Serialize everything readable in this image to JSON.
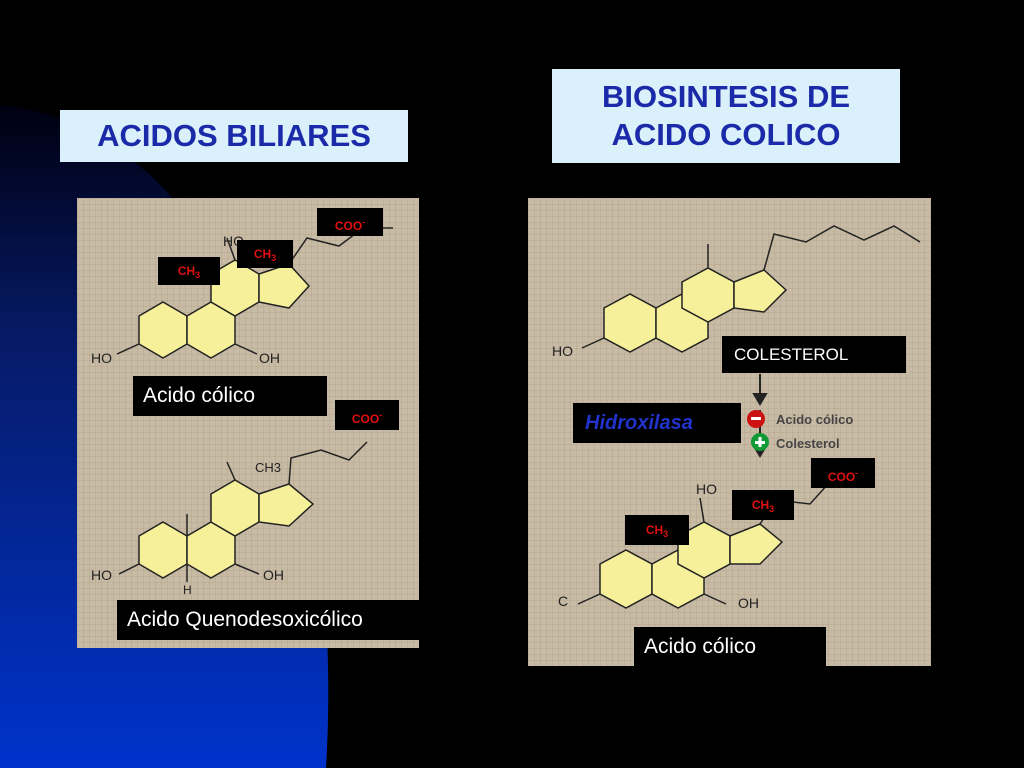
{
  "titles": {
    "left": "ACIDOS BILIARES",
    "right_line1": "BIOSINTESIS DE",
    "right_line2": "ACIDO COLICO"
  },
  "left_panel": {
    "coo_top": "COO",
    "coo_top_sup": "-",
    "ch3_a": "CH",
    "ch3_a_sub": "3",
    "ch3_b": "CH",
    "ch3_b_sub": "3",
    "acido_colico": "Acido cólico",
    "coo_mid": "COO",
    "coo_mid_sup": "-",
    "quenodesoxicolico": "Acido Quenodesoxicólico"
  },
  "right_panel": {
    "colesterol": "COLESTEROL",
    "hidroxilasa": "Hidroxilasa",
    "coo": "COO",
    "coo_sup": "-",
    "ch3_a": "CH",
    "ch3_a_sub": "3",
    "ch3_b": "CH",
    "ch3_b_sub": "3",
    "acido_colico": "Acido cólico"
  },
  "colors": {
    "title_bg": "#daf0fb",
    "title_text": "#1a2aa8",
    "ring_fill": "#f7f09a",
    "panel_bg": "#c8bba6",
    "accent_red": "#e01010",
    "hidroxilasa_blue": "#2233cc"
  }
}
